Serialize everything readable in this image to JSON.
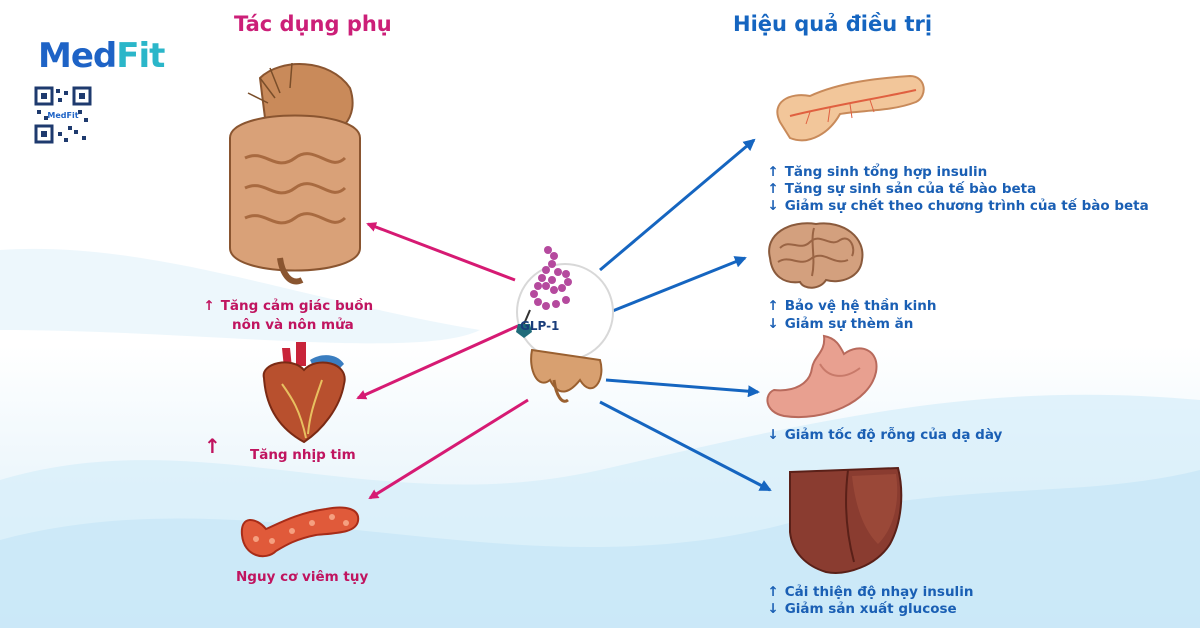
{
  "brand": {
    "part1": "Med",
    "part2": "Fit",
    "qr_text": "MedFit"
  },
  "headings": {
    "left": "Tác dụng phụ",
    "right": "Hiệu quả điều trị"
  },
  "center": {
    "label": "GLP-1"
  },
  "side_effects": {
    "nausea_line1": "Tăng cảm giác buồn",
    "nausea_line2": "nôn và nôn mửa",
    "heart": "Tăng nhịp tim",
    "pancreatitis": "Nguy cơ viêm tụy"
  },
  "effects": {
    "pancreas": [
      "Tăng sinh tổng hợp insulin",
      "Tăng sự sinh sản của tế bào beta",
      "Giảm sự chết theo chương trình của tế bào beta"
    ],
    "brain": [
      "Bảo vệ hệ thần kinh",
      "Giảm sự thèm ăn"
    ],
    "stomach": [
      "Giảm tốc độ rỗng của dạ dày"
    ],
    "liver": [
      "Cải thiện độ nhạy insulin",
      "Giảm sản xuất glucose"
    ]
  },
  "colors": {
    "pink": "#cc1f78",
    "blue": "#1565c0"
  }
}
